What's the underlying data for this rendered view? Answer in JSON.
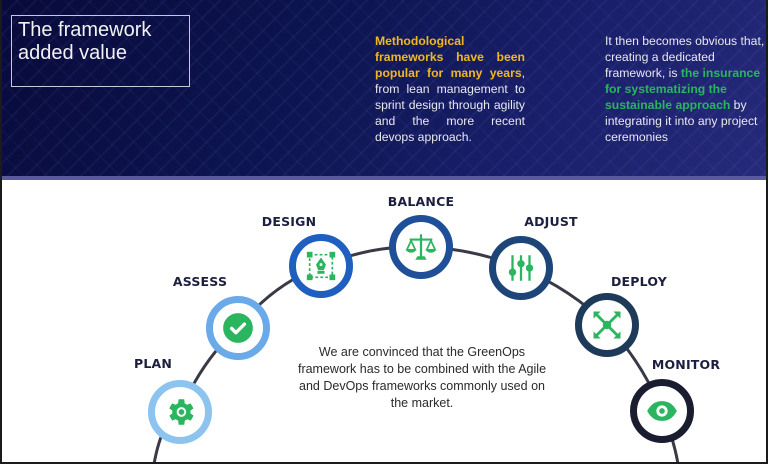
{
  "header": {
    "title": "The framework added value",
    "middle_column": {
      "highlight": "Methodological frameworks have been popular for many years",
      "rest": ", from lean management to sprint design through agility and the more recent devops approach."
    },
    "right_column": {
      "intro": "It then becomes obvious that, creating a dedicated framework, is ",
      "highlight": "the insurance for systematizing the sustainable approach",
      "outro": " by integrating it into any project ceremonies"
    }
  },
  "colors": {
    "header_bg": "#0d1550",
    "header_stripe": "#5a5a9e",
    "yellow_highlight": "#f0b820",
    "green_highlight": "#2bb55e",
    "icon_green": "#2bb55e",
    "arc_line": "#3a3a46",
    "label_text": "#1d1f3f"
  },
  "steps": [
    {
      "label": "PLAN",
      "icon": "gear-icon",
      "ring": "#8cc4ef"
    },
    {
      "label": "ASSESS",
      "icon": "check-circle-icon",
      "ring": "#6aaae8"
    },
    {
      "label": "DESIGN",
      "icon": "pen-tool-icon",
      "ring": "#1f5fbf"
    },
    {
      "label": "BALANCE",
      "icon": "scales-icon",
      "ring": "#1f4f98"
    },
    {
      "label": "ADJUST",
      "icon": "sliders-icon",
      "ring": "#1e4578"
    },
    {
      "label": "DEPLOY",
      "icon": "expand-arrows-icon",
      "ring": "#1d3a58"
    },
    {
      "label": "MONITOR",
      "icon": "eye-icon",
      "ring": "#1a1d30"
    }
  ],
  "center_text": "We are convinced that the GreenOps framework has to be combined with the Agile and DevOps frameworks commonly used on the market."
}
